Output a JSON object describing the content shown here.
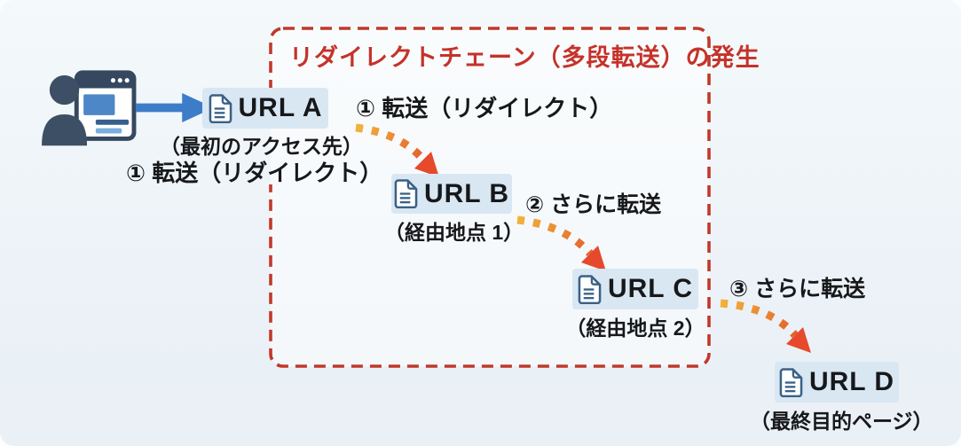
{
  "diagram": {
    "title": "リダイレクトチェーン（多段転送）の発生",
    "nodes": [
      {
        "id": "url-a",
        "label": "URL A",
        "caption": "（最初のアクセス先）"
      },
      {
        "id": "url-b",
        "label": "URL B",
        "caption": "（経由地点 1）"
      },
      {
        "id": "url-c",
        "label": "URL C",
        "caption": "（経由地点 2）"
      },
      {
        "id": "url-d",
        "label": "URL D",
        "caption": "（最終目的ページ）"
      }
    ],
    "steps": {
      "under_url_a": "① 転送（リダイレクト）",
      "step_1": "① 転送（リダイレクト）",
      "step_2": "② さらに転送",
      "step_3": "③ さらに転送"
    },
    "icons": {
      "user": "user-with-browser-icon",
      "document": "document-icon",
      "solid_arrow": "blue-arrow-right-icon",
      "dotted_arrow": "dotted-redirect-arrow-icon"
    },
    "colors": {
      "box_border_red": "#c0392b",
      "title_red": "#c5322a",
      "node_highlight_blue": "#d9e7f3",
      "solid_arrow_blue": "#3d7cc9",
      "dot_orange": "#f0a833",
      "arrowhead_red": "#e34f2a",
      "background": "#eef3f8",
      "text_dark": "#1b1b1d"
    }
  }
}
